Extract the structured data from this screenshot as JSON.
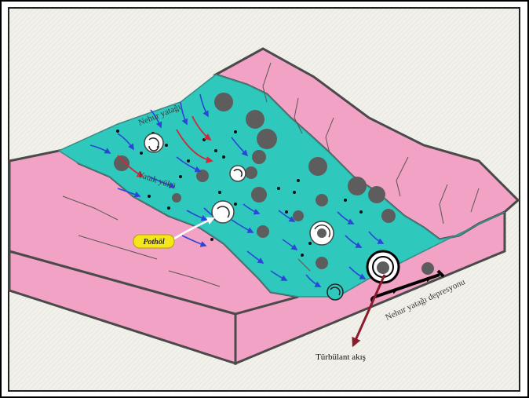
{
  "labels": {
    "riverbed": "Nehur yatağı",
    "bedload": "Yatak yükü",
    "pothole": "Pothöl",
    "depression": "Nehur yatağı depresyonu",
    "turbulent_flow": "Türbülant akış"
  },
  "colors": {
    "frame_border": "#000000",
    "canvas_bg": "#f1f0ea",
    "bank": "#f2a3c5",
    "bank_outline": "#4a4a4a",
    "water": "#2ec8bd",
    "flow_arrow": "#2b45d8",
    "turbulence_arrow": "#d2283a",
    "boulder": "#5d5d5d",
    "pothole_label_bg": "#f5e61a",
    "pointer_arrow": "#ffffff",
    "turbulent_flow_arrow": "#8c1c2c",
    "depression_marker": "#000000"
  },
  "icons": {
    "pothole": "swirl-circle-icon",
    "flow": "curved-arrow-icon"
  }
}
